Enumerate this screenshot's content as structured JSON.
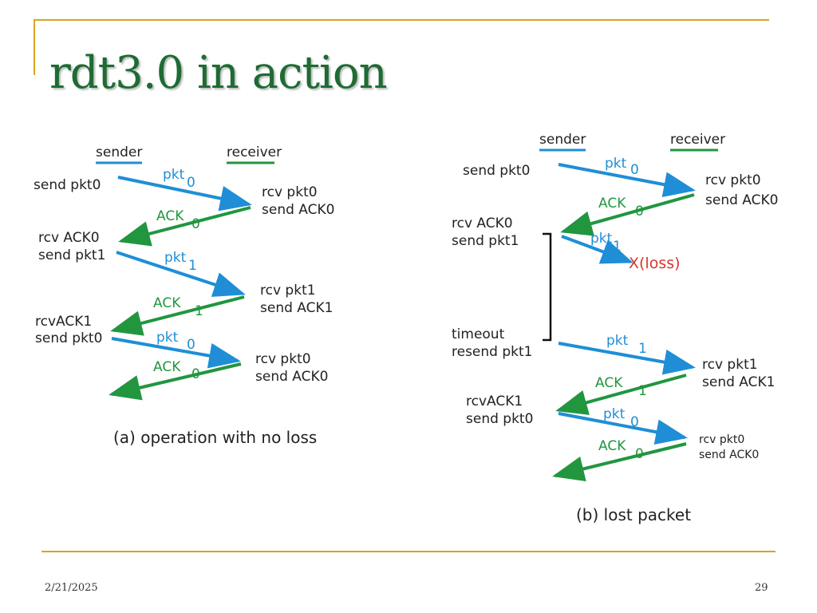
{
  "slide": {
    "title": "rdt3.0 in action",
    "date": "2/21/2025",
    "page_number": "29"
  },
  "colors": {
    "packet": "#1f8ed6",
    "ack": "#21963f",
    "loss": "#d9352a",
    "accent_lines": "#d9a520",
    "title": "#1e6b33"
  },
  "diagram_a": {
    "sender_header": "sender",
    "receiver_header": "receiver",
    "sender_labels": [
      "send pkt0",
      "rcv ACK0",
      "send pkt1",
      "rcvACK1",
      "send pkt0"
    ],
    "receiver_labels": [
      "rcv pkt0",
      "send ACK0",
      "rcv pkt1",
      "send ACK1",
      "rcv pkt0",
      "send ACK0"
    ],
    "messages": [
      {
        "label": "pkt",
        "seq": "0"
      },
      {
        "label": "ACK",
        "seq": "0"
      },
      {
        "label": "pkt",
        "seq": "1"
      },
      {
        "label": "ACK",
        "seq": "1"
      },
      {
        "label": "pkt",
        "seq": "0"
      },
      {
        "label": "ACK",
        "seq": "0"
      }
    ],
    "caption": "(a) operation with no loss"
  },
  "diagram_b": {
    "sender_header": "sender",
    "receiver_header": "receiver",
    "sender_labels": [
      "send pkt0",
      "rcv ACK0",
      "send pkt1",
      "timeout",
      "resend pkt1",
      "rcvACK1",
      "send pkt0"
    ],
    "receiver_labels": [
      "rcv pkt0",
      "send ACK0",
      "rcv pkt1",
      "send ACK1",
      "rcv pkt0",
      "send ACK0"
    ],
    "messages": [
      {
        "label": "pkt",
        "seq": "0"
      },
      {
        "label": "ACK",
        "seq": "0"
      },
      {
        "label": "pkt",
        "seq": "1"
      },
      {
        "label": "pkt",
        "seq": "1"
      },
      {
        "label": "ACK",
        "seq": "1"
      },
      {
        "label": "pkt",
        "seq": "0"
      },
      {
        "label": "ACK",
        "seq": "0"
      }
    ],
    "loss_label": "X(loss)",
    "caption": "(b) lost packet"
  }
}
